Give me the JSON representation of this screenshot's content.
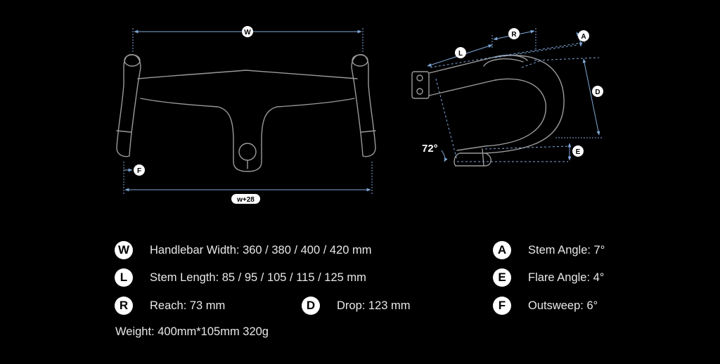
{
  "colors": {
    "background": "#000000",
    "outline": "#9a9a9a",
    "dimension": "#7fa8d8",
    "badge_bg": "#ffffff",
    "badge_text": "#000000",
    "text": "#e8e8e8"
  },
  "diagram": {
    "front": {
      "width_label": "W",
      "width_plus_label": "w+28",
      "outsweep_label": "F"
    },
    "side": {
      "reach_label": "R",
      "stem_length_label": "L",
      "stem_angle_label": "A",
      "drop_label": "D",
      "flare_label": "E",
      "angle_text": "72°"
    }
  },
  "specs": [
    {
      "badge": "W",
      "text": "Handlebar Width: 360 / 380 / 400 / 420 mm"
    },
    {
      "badge": "L",
      "text": "Stem Length: 85 / 95 / 105 / 115 / 125 mm"
    },
    {
      "badge": "R",
      "text": "Reach: 73 mm"
    },
    {
      "badge": "D",
      "text": "Drop: 123 mm"
    },
    {
      "badge": "A",
      "text": "Stem Angle: 7°"
    },
    {
      "badge": "E",
      "text": "Flare Angle: 4°"
    },
    {
      "badge": "F",
      "text": "Outsweep: 6°"
    }
  ],
  "weight": "Weight: 400mm*105mm 320g"
}
